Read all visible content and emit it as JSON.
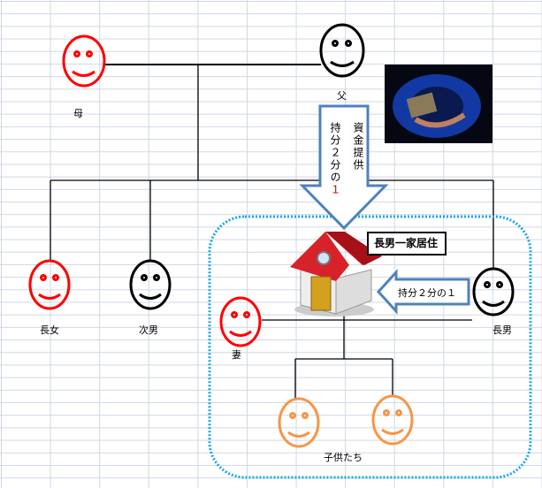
{
  "people": {
    "mother": "母",
    "father": "父",
    "eldest_daughter": "長女",
    "second_son": "次男",
    "wife": "妻",
    "eldest_son": "長男",
    "children": "子供たち"
  },
  "arrow_down": {
    "col1": "資金提供",
    "col2": "持分２分の",
    "col2_num": "１"
  },
  "arrow_left": {
    "text": "持分２分の１"
  },
  "house_label": "長男一家居住",
  "colors": {
    "red": "#ff0000",
    "black": "#000000",
    "orange": "#f79646",
    "arrow_border": "#4f81bd",
    "dotted": "#1aa7e8"
  }
}
